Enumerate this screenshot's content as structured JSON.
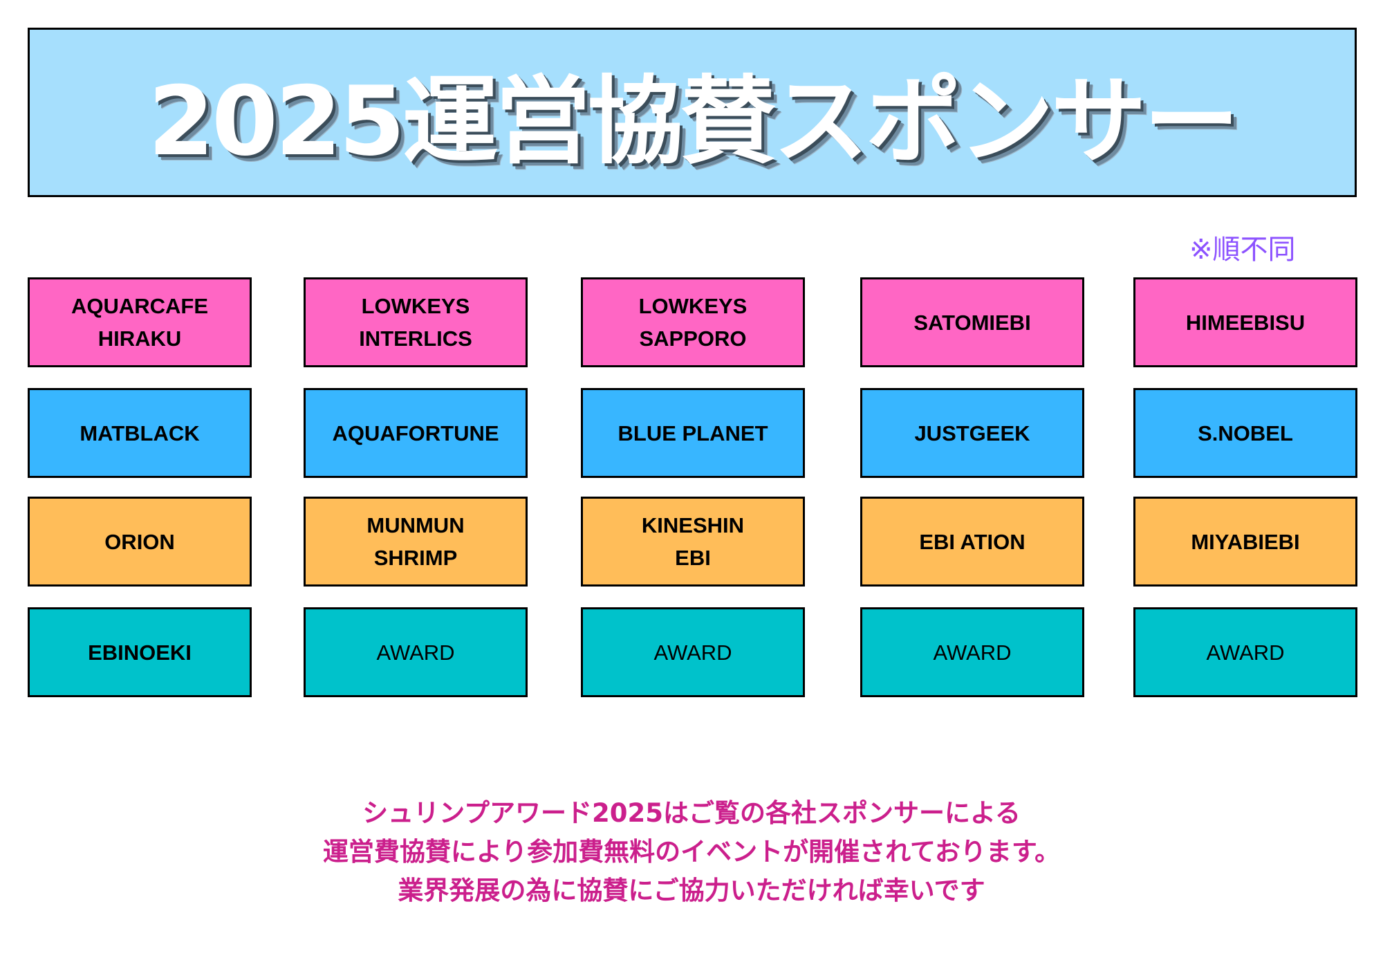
{
  "banner": {
    "title": "2025運営協賛スポンサー"
  },
  "note": "※順不同",
  "colors": {
    "pink": "#ff66c4",
    "blue": "#38b6ff",
    "orange": "#ffbd59",
    "teal": "#00c2cb",
    "banner": "#a6dffd",
    "note": "#8c52ff",
    "footer": "#cb1f8c"
  },
  "sponsors": [
    [
      {
        "name": "AQUARCAFE\nHIRAKU"
      },
      {
        "name": "LOWKEYS\nINTERLICS"
      },
      {
        "name": "LOWKEYS\nSAPPORO"
      },
      {
        "name": "SATOMIEBI"
      },
      {
        "name": "HIMEEBISU"
      }
    ],
    [
      {
        "name": "MATBLACK"
      },
      {
        "name": "AQUAFORTUNE"
      },
      {
        "name": "BLUE PLANET"
      },
      {
        "name": "JUSTGEEK"
      },
      {
        "name": "S.NOBEL"
      }
    ],
    [
      {
        "name": "ORION"
      },
      {
        "name": "MUNMUN\nSHRIMP"
      },
      {
        "name": "KINESHIN\nEBI"
      },
      {
        "name": "EBI ATION"
      },
      {
        "name": "MIYABIEBI"
      }
    ],
    [
      {
        "name": "EBINOEKI"
      },
      {
        "name": "AWARD"
      },
      {
        "name": "AWARD"
      },
      {
        "name": "AWARD"
      },
      {
        "name": "AWARD"
      }
    ]
  ],
  "footer": {
    "lines": [
      "シュリンプアワード2025はご覧の各社スポンサーによる",
      "運営費協賛により参加費無料のイベントが開催されております。",
      "業界発展の為に協賛にご協力いただければ幸いです"
    ]
  }
}
